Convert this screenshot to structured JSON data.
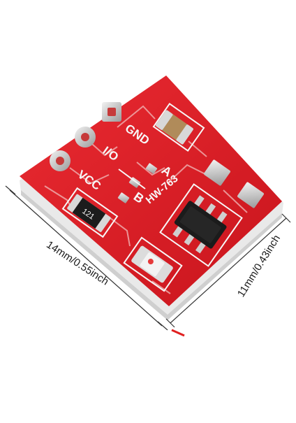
{
  "board": {
    "silkscreen": {
      "gnd": "GND",
      "io": "I/O",
      "vcc": "VCC",
      "a": "A",
      "b": "B",
      "model": "HW-763",
      "resistor_code": "121"
    },
    "colors": {
      "pcb": "#d81b24",
      "pcb_edge": "#ececec",
      "pad": "#c9c9c9",
      "chip": "#1b1b1b",
      "led": "#e53a3a"
    }
  },
  "dimensions": {
    "width_label": "14mm/0.55inch",
    "height_label": "11mm/0.43inch"
  }
}
